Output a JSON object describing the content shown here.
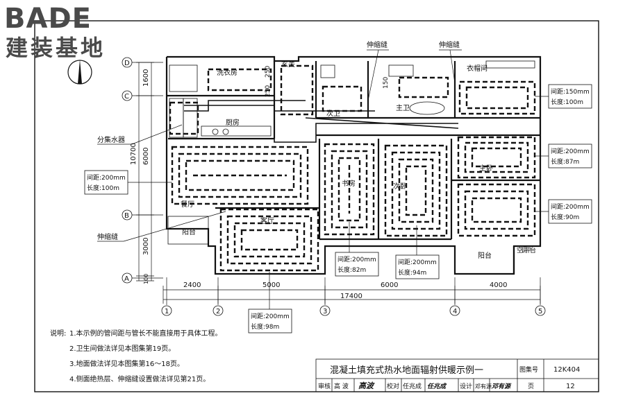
{
  "logo": {
    "brand": "BADE",
    "tagline": "建装基地"
  },
  "grid_rows": [
    {
      "id": "D"
    },
    {
      "id": "C"
    },
    {
      "id": "B"
    },
    {
      "id": "A"
    }
  ],
  "grid_cols": [
    {
      "id": "1"
    },
    {
      "id": "2"
    },
    {
      "id": "3"
    },
    {
      "id": "4"
    },
    {
      "id": "5"
    }
  ],
  "dims_vertical": [
    "1600",
    "6000",
    "3000",
    "100",
    "10700"
  ],
  "dims_vertical_small": [
    "250",
    "250",
    "150"
  ],
  "dims_horizontal": [
    "2400",
    "5000",
    "6000",
    "4000",
    "17400"
  ],
  "rooms": {
    "entrance": "玄关",
    "laundry": "洗衣房",
    "kitchen": "厨房",
    "bath2": "次卫",
    "bath1": "主卫",
    "closet": "衣帽间",
    "study": "书房",
    "second_bed": "次卧",
    "master_bed": "主卧",
    "dining": "餐厅",
    "living": "客厅",
    "balcony_left": "阳台",
    "balcony_right": "阳台",
    "ac_platform": "空调平台"
  },
  "callouts": {
    "expansion_joint_1": "伸缩缝",
    "expansion_joint_2": "伸缩缝",
    "expansion_joint_left": "伸缩缝",
    "manifold": "分集水器"
  },
  "loops": [
    {
      "id": "closet",
      "spacing": "间距:150mm",
      "length": "长度:100m"
    },
    {
      "id": "master_upper",
      "spacing": "间距:200mm",
      "length": "长度:87m"
    },
    {
      "id": "master_lower",
      "spacing": "间距:200mm",
      "length": "长度:90m"
    },
    {
      "id": "dining",
      "spacing": "间距:200mm",
      "length": "长度:100m"
    },
    {
      "id": "study",
      "spacing": "间距:200mm",
      "length": "长度:82m"
    },
    {
      "id": "second_bed",
      "spacing": "间距:200mm",
      "length": "长度:94m"
    },
    {
      "id": "living",
      "spacing": "间距:200mm",
      "length": "长度:98m"
    }
  ],
  "notes": {
    "title": "说明:",
    "items": [
      "1.本示例的管间距与管长不能直接用于具体工程。",
      "2.卫生间做法详见本图集第19页。",
      "3.地面做法详见本图集第16～18页。",
      "4.侧面绝热层、伸缩缝设置做法详见第21页。"
    ]
  },
  "title_block": {
    "drawing_title": "混凝土填充式热水地面辐射供暖示例一",
    "atlas_label": "图集号",
    "atlas_no": "12K404",
    "review_label": "审核",
    "review_name": "高 波",
    "review_sig": "高波",
    "check_label": "校对",
    "check_name": "任兆成",
    "check_sig": "任兆成",
    "design_label": "设计",
    "design_name": "邓有源",
    "design_sig": "邓有源",
    "page_label": "页",
    "page_no": "12"
  }
}
